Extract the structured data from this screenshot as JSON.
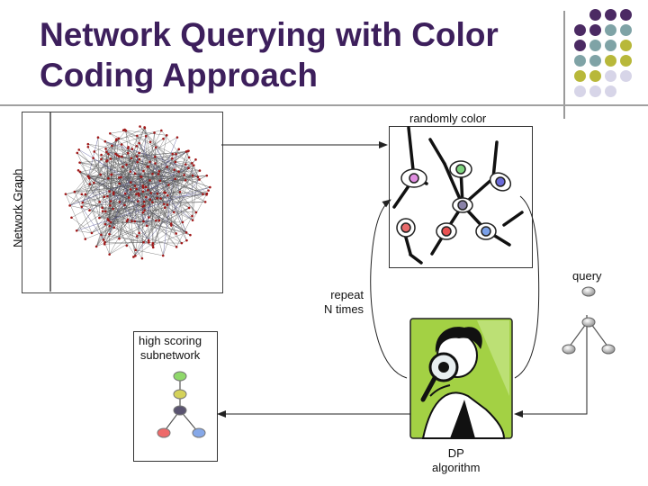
{
  "title": {
    "line1": "Network Querying with Color",
    "line2": "Coding Approach"
  },
  "colors": {
    "title": "#3d1f5c",
    "purple": "#4b2a63",
    "teal": "#7fa3a6",
    "olive": "#b8b83a",
    "lavender": "#d7d5e8",
    "figure_bg": "#a3d144"
  },
  "labels": {
    "network_graph": "Network Graph",
    "randomly_color": "randomly color",
    "query": "query",
    "repeat": "repeat\nN times",
    "high_scoring": "high scoring\nsubnetwork",
    "dp_algorithm": "DP\nalgorithm"
  },
  "icons": [
    "magnifying-glass-icon",
    "person-icon"
  ]
}
